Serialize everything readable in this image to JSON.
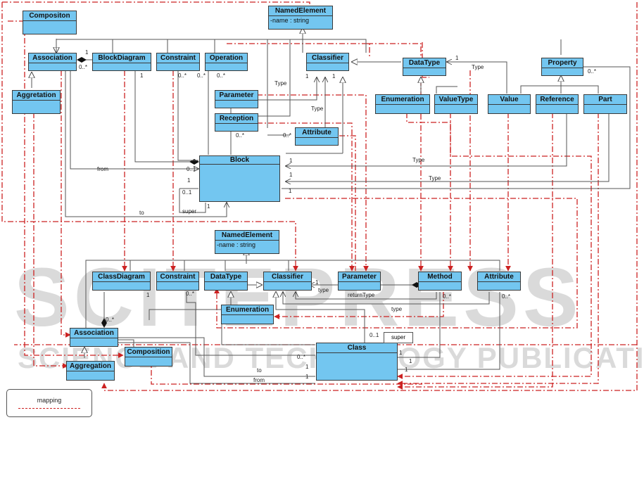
{
  "diagram": {
    "description": "SysML Block metamodel mapped to UML Class metamodel",
    "colors": {
      "class_fill": "#73c6f0",
      "mapping_line": "#cc2222",
      "association_line": "#222222"
    },
    "top_model": {
      "classes": [
        {
          "id": "compositon",
          "name": "Compositon"
        },
        {
          "id": "named-element-top",
          "name": "NamedElement",
          "attribute": "-name : string"
        },
        {
          "id": "association-top",
          "name": "Association"
        },
        {
          "id": "block-diagram",
          "name": "BlockDiagram"
        },
        {
          "id": "constraint-top",
          "name": "Constraint"
        },
        {
          "id": "operation",
          "name": "Operation"
        },
        {
          "id": "classifier-top",
          "name": "Classifier"
        },
        {
          "id": "datatype-top",
          "name": "DataType"
        },
        {
          "id": "property",
          "name": "Property"
        },
        {
          "id": "aggretation",
          "name": "Aggretation"
        },
        {
          "id": "parameter-top",
          "name": "Parameter"
        },
        {
          "id": "reception",
          "name": "Reception"
        },
        {
          "id": "attribute-top",
          "name": "Attribute"
        },
        {
          "id": "enumeration-top",
          "name": "Enumeration"
        },
        {
          "id": "value-type",
          "name": "ValueType"
        },
        {
          "id": "value",
          "name": "Value"
        },
        {
          "id": "reference",
          "name": "Reference"
        },
        {
          "id": "part",
          "name": "Part"
        },
        {
          "id": "block",
          "name": "Block"
        }
      ],
      "labels": {
        "mult_1": "1",
        "mult_0_star": "0..*",
        "mult_0_1": "0..1",
        "type": "Type",
        "from": "from",
        "to": "to",
        "super": "super"
      }
    },
    "bottom_model": {
      "classes": [
        {
          "id": "named-element-bottom",
          "name": "NamedElement",
          "attribute": "-name : string"
        },
        {
          "id": "class-diagram",
          "name": "ClassDiagram"
        },
        {
          "id": "constraint-bottom",
          "name": "Constraint"
        },
        {
          "id": "datatype-bottom",
          "name": "DataType"
        },
        {
          "id": "classifier-bottom",
          "name": "Classifier"
        },
        {
          "id": "parameter-bottom",
          "name": "Parameter"
        },
        {
          "id": "method",
          "name": "Method"
        },
        {
          "id": "attribute-bottom",
          "name": "Attribute"
        },
        {
          "id": "enumeration-bottom",
          "name": "Enumeration"
        },
        {
          "id": "association-bottom",
          "name": "Association"
        },
        {
          "id": "composition",
          "name": "Composition"
        },
        {
          "id": "aggregation",
          "name": "Aggregation"
        },
        {
          "id": "class",
          "name": "Class"
        }
      ],
      "labels": {
        "type": "type",
        "return_type": "returnType",
        "super": "super",
        "to": "to",
        "from": "from",
        "mult_1": "1",
        "mult_0_star": "0..*",
        "mult_0_1": "0..1"
      }
    },
    "legend": {
      "label": "mapping"
    },
    "watermark": {
      "line1": "SCITEPRESS",
      "line2": "SCIENCE AND TECHNOLOGY PUBLICATIONS"
    }
  }
}
